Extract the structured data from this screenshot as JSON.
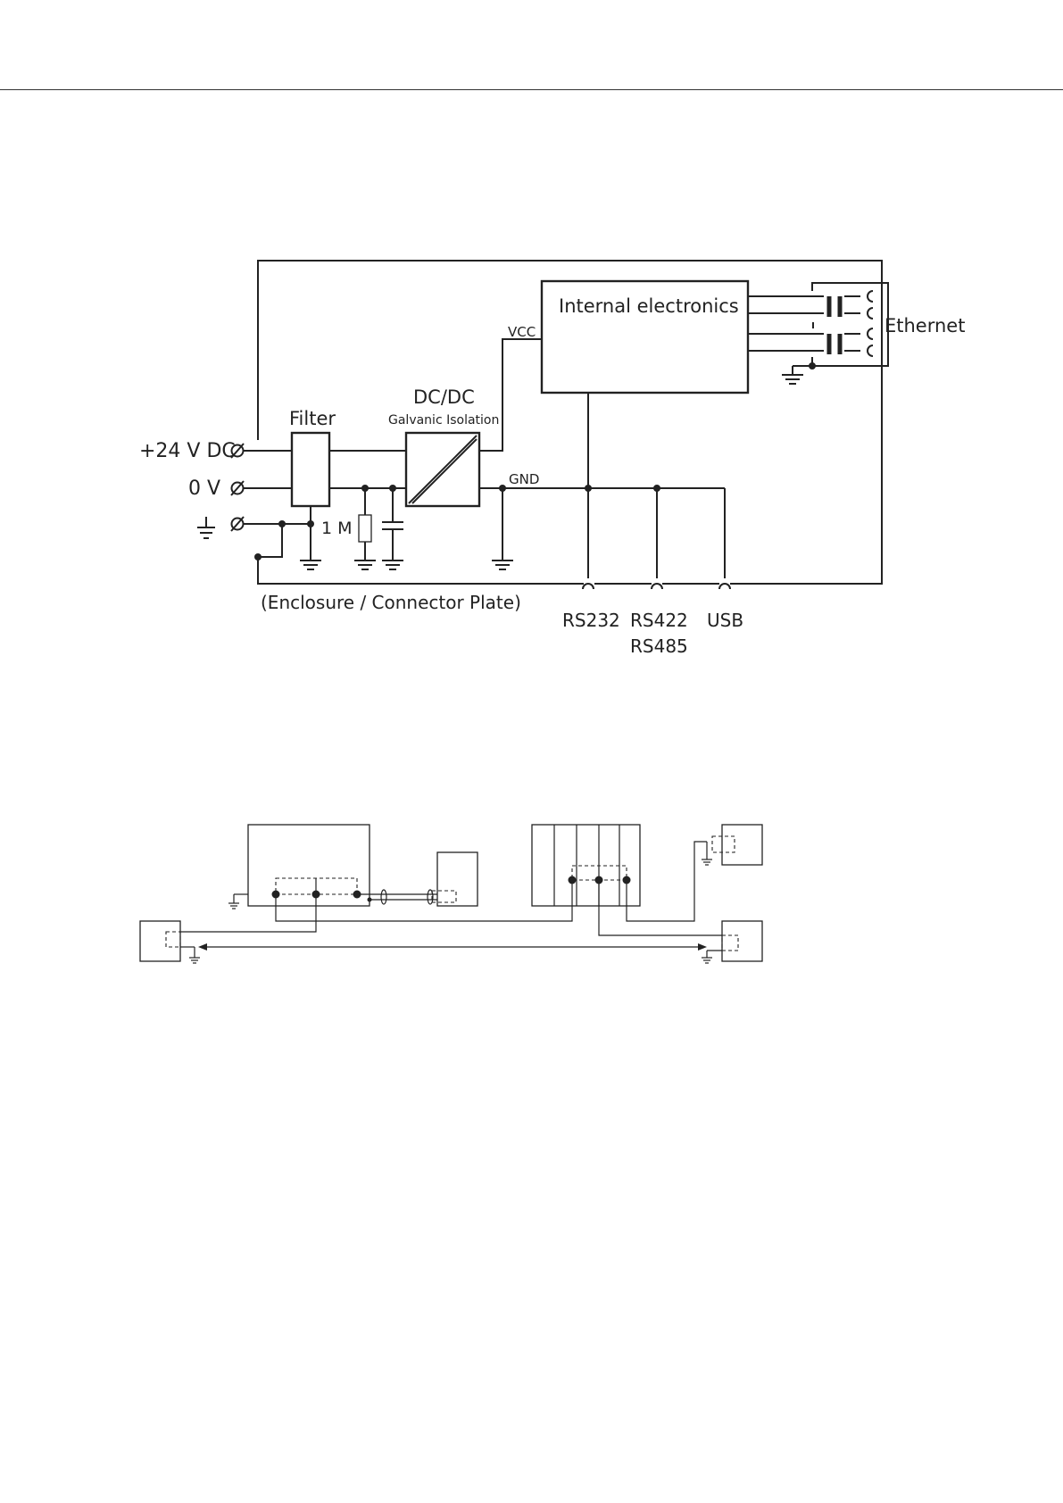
{
  "diagram1": {
    "plus24": "+24 V DC",
    "zero_v": "0 V",
    "filter": "Filter",
    "dcdc": "DC/DC",
    "galvanic": "Galvanic Isolation",
    "vcc": "VCC",
    "gnd": "GND",
    "internal": "Internal electronics",
    "ethernet": "Ethernet",
    "resistor": "1 M",
    "enclosure": "(Enclosure / Connector Plate)",
    "rs232": "RS232",
    "rs422": "RS422",
    "rs485": "RS485",
    "usb": "USB"
  },
  "colors": {
    "line": "#222222",
    "background": "#ffffff"
  }
}
